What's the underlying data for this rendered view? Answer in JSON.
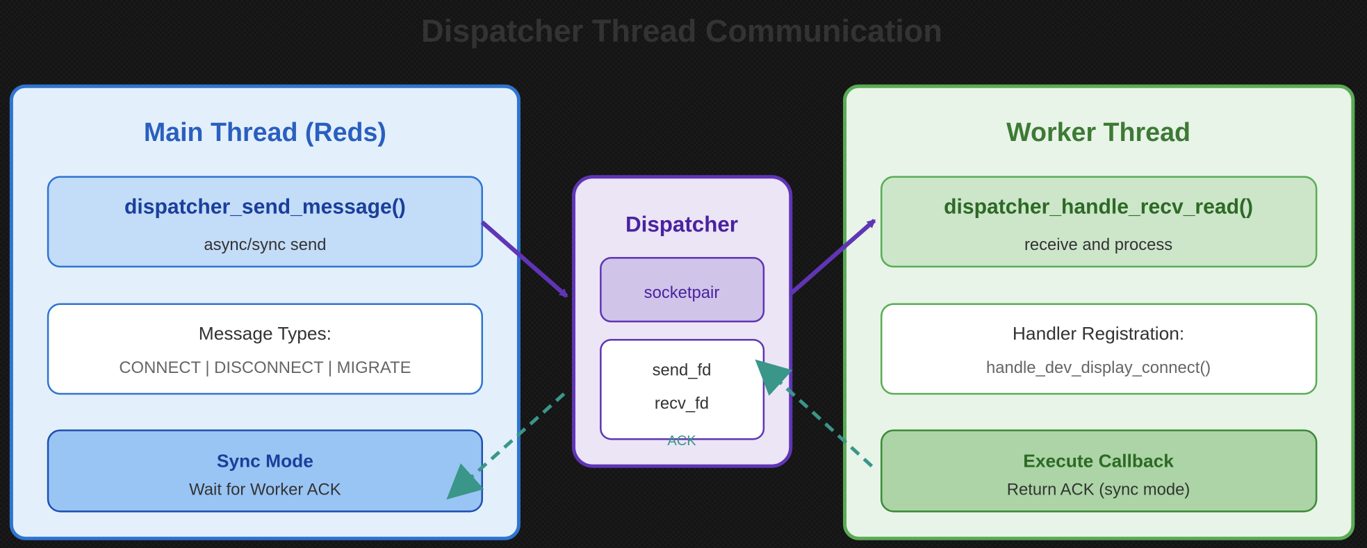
{
  "title": "Dispatcher Thread Communication",
  "colors": {
    "background": "#151515",
    "main_accent": "#2f74d0",
    "dispatcher_accent": "#6035b5",
    "worker_accent": "#5aab55",
    "ack_arrow": "#3a9688"
  },
  "main_thread": {
    "title": "Main Thread (Reds)",
    "send_box": {
      "title": "dispatcher_send_message()",
      "subtitle": "async/sync send"
    },
    "types_box": {
      "title": "Message Types:",
      "subtitle": "CONNECT | DISCONNECT | MIGRATE"
    },
    "sync_box": {
      "title": "Sync Mode",
      "subtitle": "Wait for Worker ACK"
    }
  },
  "dispatcher": {
    "title": "Dispatcher",
    "socketpair": "socketpair",
    "send_fd": "send_fd",
    "recv_fd": "recv_fd",
    "ack_label": "ACK"
  },
  "worker_thread": {
    "title": "Worker Thread",
    "recv_box": {
      "title": "dispatcher_handle_recv_read()",
      "subtitle": "receive and process"
    },
    "handler_box": {
      "title": "Handler Registration:",
      "subtitle": "handle_dev_display_connect()"
    },
    "callback_box": {
      "title": "Execute Callback",
      "subtitle": "Return ACK (sync mode)"
    }
  }
}
